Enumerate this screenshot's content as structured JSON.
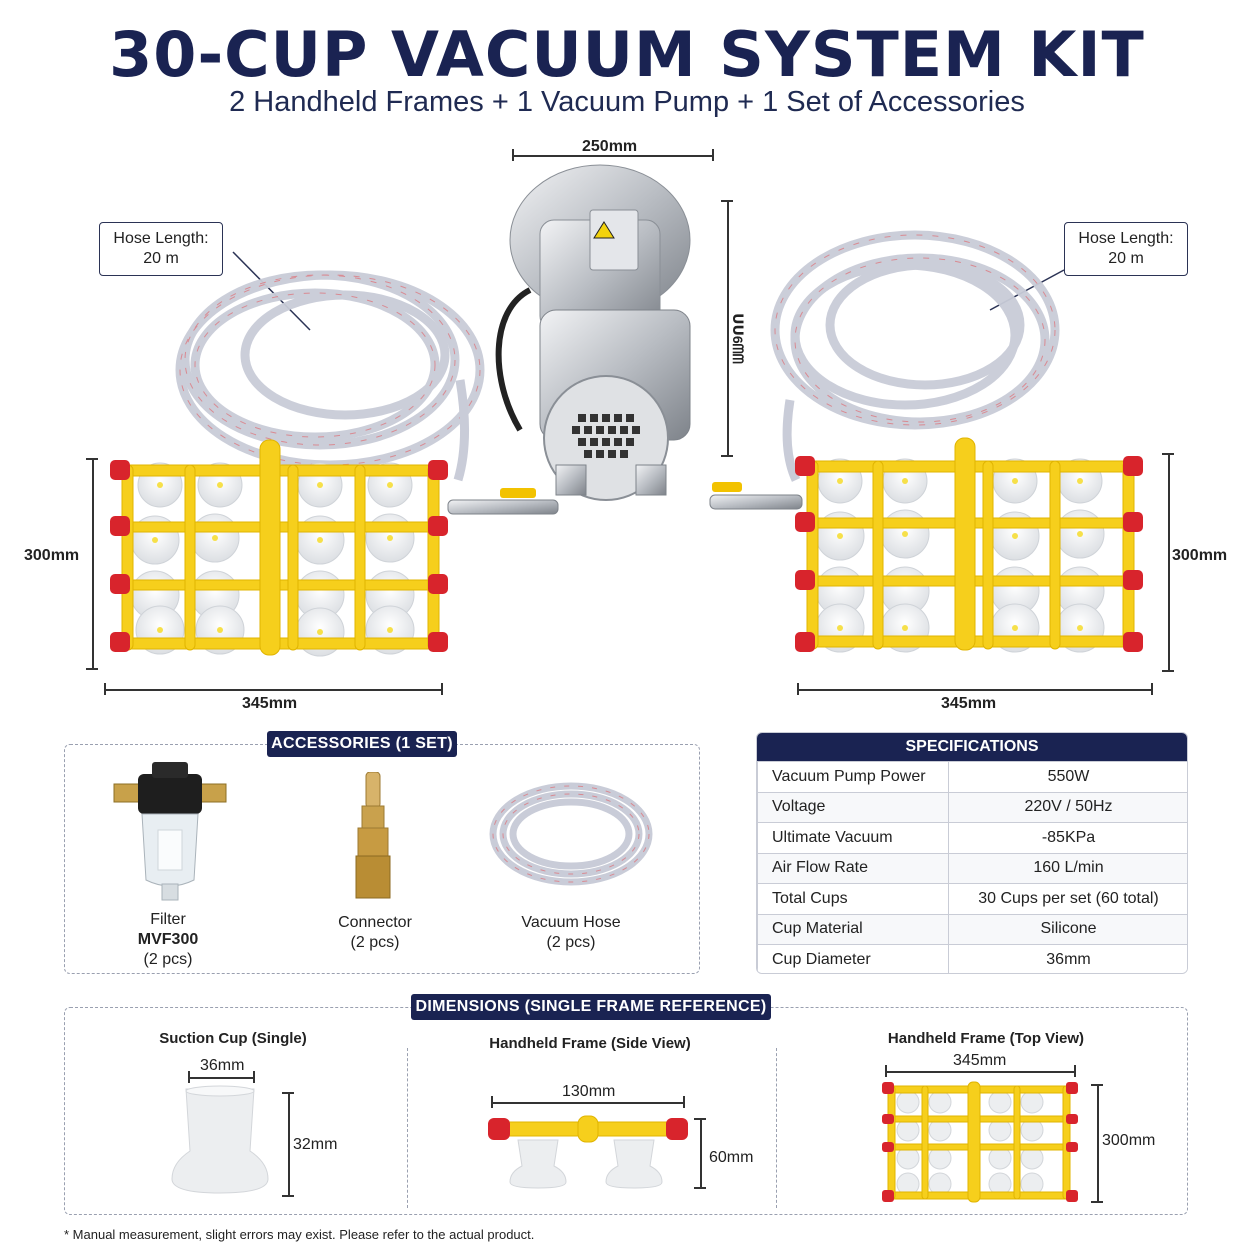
{
  "header": {
    "title": "30-CUP VACUUM SYSTEM KIT",
    "subtitle": "2 Handheld Frames + 1 Vacuum Pump + 1 Set of Accessories"
  },
  "product": {
    "pump_width": "250mm",
    "pump_height": "ᑌᑌ6ᗰᗰ",
    "hose_left": {
      "line1": "Hose Length:",
      "line2": "20 m"
    },
    "hose_right": {
      "line1": "Hose Length:",
      "line2": "20 m"
    },
    "frame_left": {
      "height": "300mm",
      "width": "345mm"
    },
    "frame_right": {
      "height": "300mm",
      "width": "345mm"
    }
  },
  "accessories": {
    "heading": "ACCESSORIES (1 SET)",
    "items": [
      {
        "name": "Filter",
        "model": "MVF300",
        "qty": "(2 pcs)"
      },
      {
        "name": "Connector",
        "qty": "(2 pcs)"
      },
      {
        "name": "Vacuum Hose",
        "qty": "(2 pcs)"
      }
    ]
  },
  "specifications": {
    "heading": "SPECIFICATIONS",
    "rows": [
      {
        "label": "Vacuum Pump Power",
        "value": "550W"
      },
      {
        "label": "Voltage",
        "value": "220V / 50Hz"
      },
      {
        "label": "Ultimate Vacuum",
        "value": "-85KPa"
      },
      {
        "label": "Air Flow Rate",
        "value": "160 L/min"
      },
      {
        "label": "Total Cups",
        "value": "30 Cups per set (60 total)"
      },
      {
        "label": "Cup Material",
        "value": "Silicone"
      },
      {
        "label": "Cup Diameter",
        "value": "36mm"
      }
    ]
  },
  "dimensions": {
    "heading": "DIMENSIONS (SINGLE FRAME REFERENCE)",
    "cup": {
      "title": "Suction Cup (Single)",
      "width": "36mm",
      "height": "32mm"
    },
    "side": {
      "title": "Handheld Frame (Side View)",
      "width": "130mm",
      "height": "60mm"
    },
    "top": {
      "title": "Handheld Frame (Top View)",
      "width": "345mm",
      "height": "300mm"
    }
  },
  "footnote": "* Manual measurement, slight errors may exist. Please refer to the actual product.",
  "colors": {
    "navy": "#1a2352",
    "frame_yellow": "#f6cf1c",
    "cap_red": "#d8242c"
  },
  "icons": [
    "vacuum-pump-icon",
    "hose-coil-icon",
    "suction-frame-icon",
    "filter-icon",
    "connector-icon"
  ]
}
